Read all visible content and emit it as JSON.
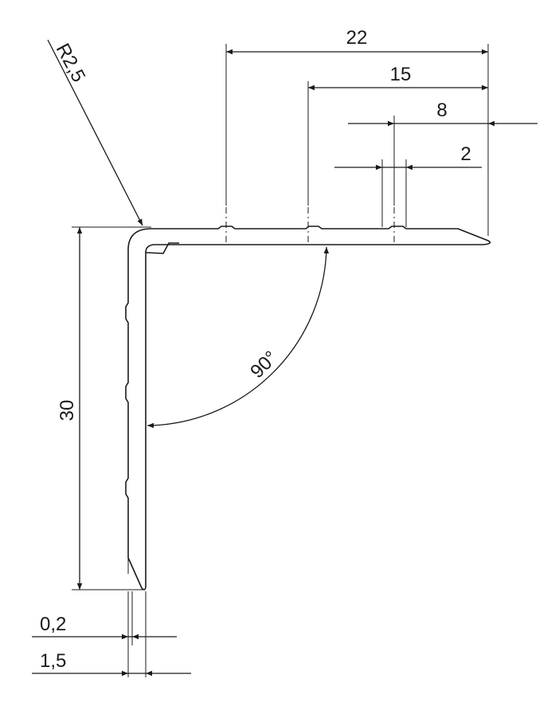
{
  "dimensions": {
    "width_total": "22",
    "offset_15": "15",
    "offset_8": "8",
    "gap_2": "2",
    "radius": "R2,5",
    "height": "30",
    "angle": "90°",
    "tolerance": "0,2",
    "thickness": "1,5"
  },
  "colors": {
    "ink": "#1a1a1a",
    "background": "#ffffff"
  }
}
